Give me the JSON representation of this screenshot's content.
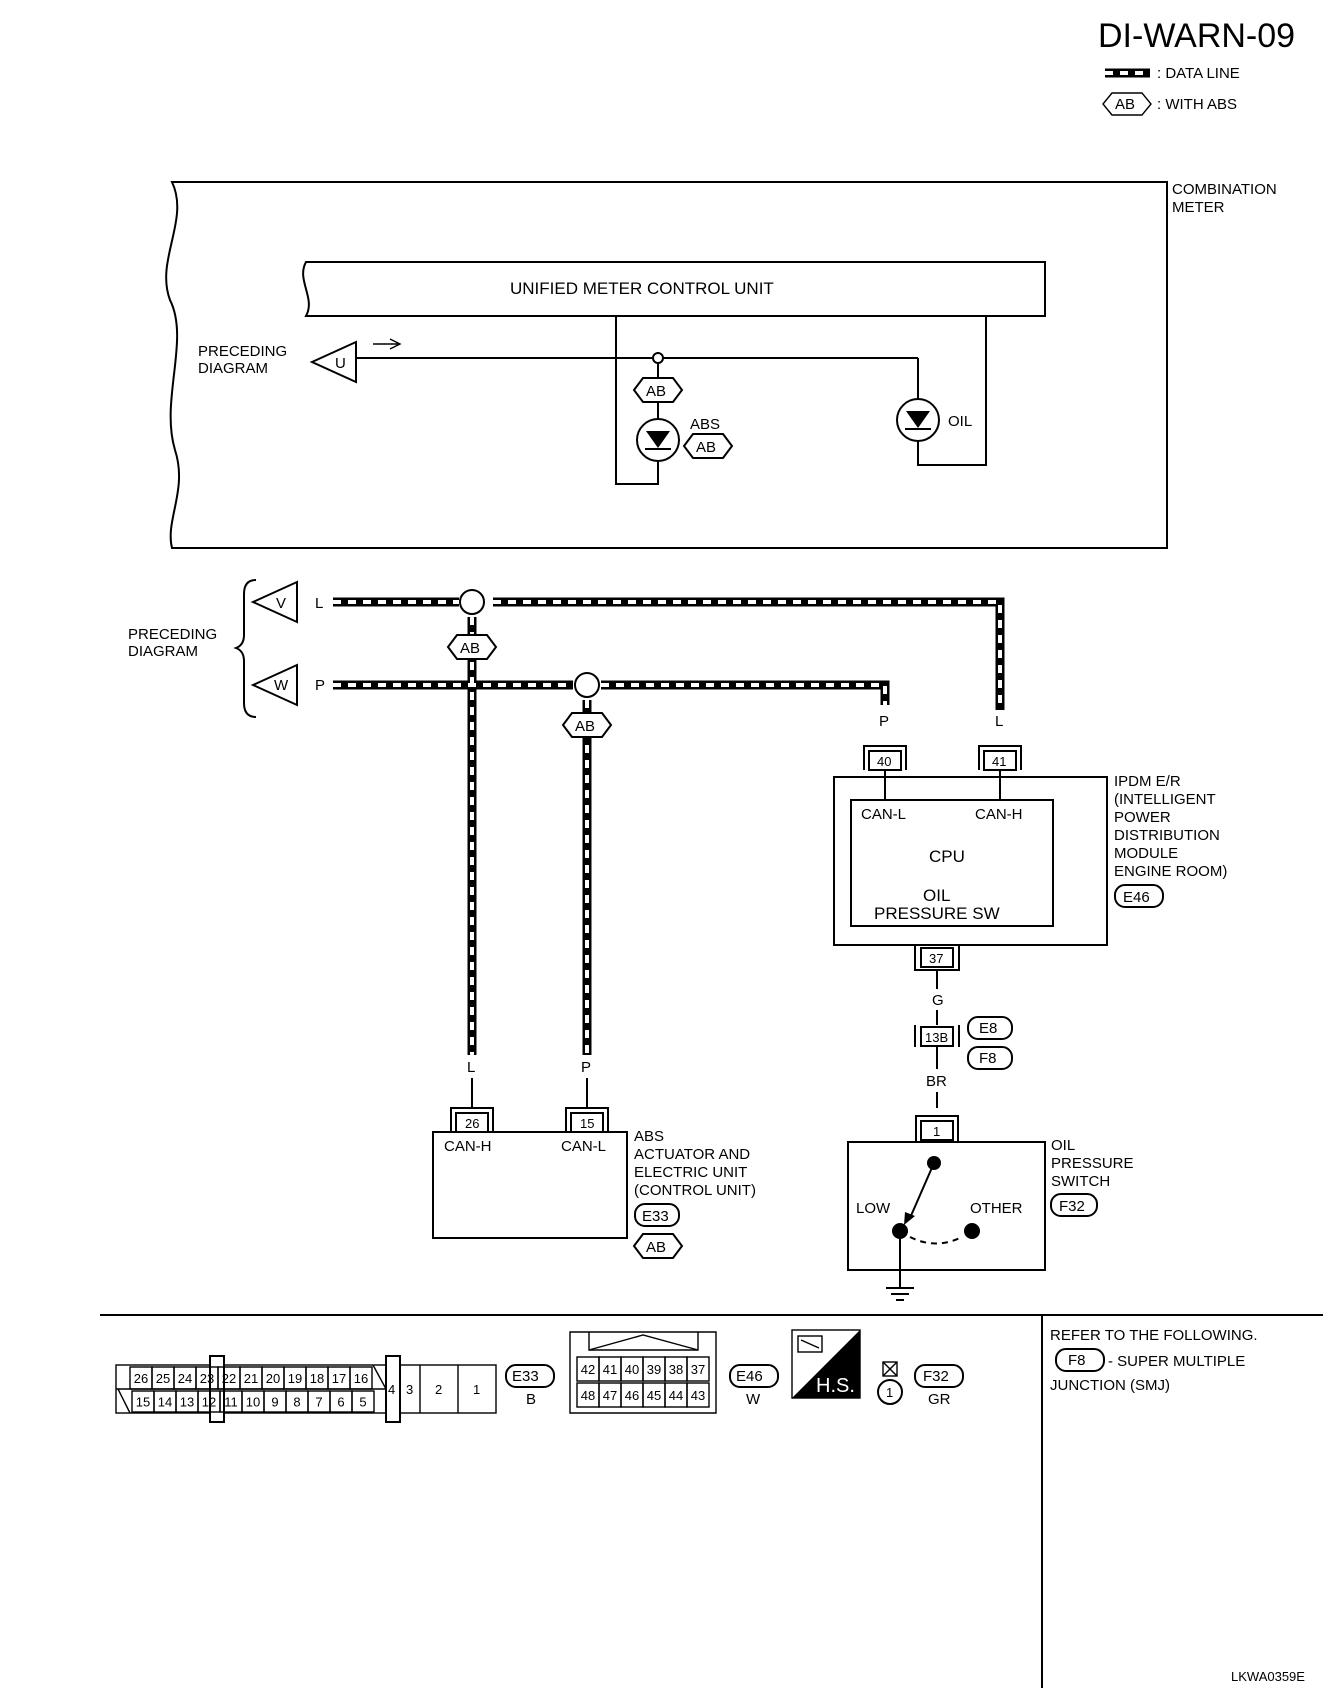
{
  "title": "DI-WARN-09",
  "legend": {
    "data_line": ": DATA LINE",
    "with_abs_tag": "AB",
    "with_abs": ": WITH ABS"
  },
  "combination_meter": {
    "label_line1": "COMBINATION",
    "label_line2": "METER",
    "control_unit": "UNIFIED METER CONTROL UNIT",
    "preceding_line1": "PRECEDING",
    "preceding_line2": "DIAGRAM",
    "ref_u": "U",
    "tag_ab_upper": "AB",
    "abs_lamp": "ABS",
    "tag_ab_lamp": "AB",
    "oil_lamp": "OIL"
  },
  "can_bus": {
    "preceding_line1": "PRECEDING",
    "preceding_line2": "DIAGRAM",
    "ref_v": "V",
    "ref_w": "W",
    "color_l": "L",
    "color_p": "P",
    "tag_ab_l": "AB",
    "tag_ab_p": "AB",
    "ipdm_color_p": "P",
    "ipdm_color_l": "L",
    "abs_color_l": "L",
    "abs_color_p": "P"
  },
  "ipdm": {
    "pin_40": "40",
    "pin_41": "41",
    "can_l": "CAN-L",
    "can_h": "CAN-H",
    "cpu": "CPU",
    "oil_line1": "OIL",
    "oil_line2": "PRESSURE SW",
    "pin_37": "37",
    "label": [
      "IPDM E/R",
      "(INTELLIGENT",
      "POWER",
      "DISTRIBUTION",
      "MODULE",
      "ENGINE ROOM)"
    ],
    "connector": "E46"
  },
  "joint": {
    "color_g": "G",
    "pin_13b": "13B",
    "conn_e8": "E8",
    "conn_f8": "F8",
    "color_br": "BR"
  },
  "abs_unit": {
    "pin_26": "26",
    "pin_15": "15",
    "can_h": "CAN-H",
    "can_l": "CAN-L",
    "label": [
      "ABS",
      "ACTUATOR AND",
      "ELECTRIC UNIT",
      "(CONTROL UNIT)"
    ],
    "connector": "E33",
    "tag_ab": "AB"
  },
  "oil_switch": {
    "pin_1": "1",
    "low": "LOW",
    "other": "OTHER",
    "label": [
      "OIL",
      "PRESSURE",
      "SWITCH"
    ],
    "connector": "F32"
  },
  "connector_views": {
    "e33_top": [
      "26",
      "25",
      "24",
      "23",
      "22",
      "21",
      "20",
      "19",
      "18",
      "17",
      "16"
    ],
    "e33_bottom": [
      "15",
      "14",
      "13",
      "12",
      "11",
      "10",
      "9",
      "8",
      "7",
      "6",
      "5"
    ],
    "e33_right": [
      "4",
      "3",
      "2",
      "1"
    ],
    "e33_name": "E33",
    "e33_color": "B",
    "e46_top": [
      "42",
      "41",
      "40",
      "39",
      "38",
      "37"
    ],
    "e46_bottom": [
      "48",
      "47",
      "46",
      "45",
      "44",
      "43"
    ],
    "e46_name": "E46",
    "e46_color": "W",
    "hs": "H.S.",
    "f32_pin": "1",
    "f32_name": "F32",
    "f32_color": "GR"
  },
  "notes": {
    "refer": "REFER TO THE FOLLOWING.",
    "f8_tag": "F8",
    "f8_desc": "- SUPER MULTIPLE",
    "f8_desc2": "JUNCTION (SMJ)"
  },
  "code": "LKWA0359E"
}
